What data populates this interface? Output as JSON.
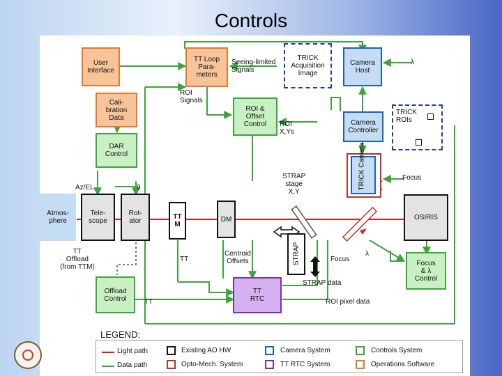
{
  "title": "Controls",
  "colors": {
    "light_path": "#e31b1b",
    "data_path": "#3aa53a",
    "existing_ao": "#111111",
    "opto_mech": "#b5332b",
    "tt_rtc": "#7a2fb4",
    "camera_system": "#1b5fbf",
    "controls_system": "#3aa53a",
    "operations_software": "#e07a2e"
  },
  "boxes": {
    "user_interface": "User\nInterface",
    "calibration_data": "Cali-\nbration\nData",
    "dar_control": "DAR\nControl",
    "tt_loop_parameters": "TT Loop\nPara-\nmeters",
    "roi_offset_control": "ROI &\nOffset\nControl",
    "trick_acquisition_image": "TRICK\nAcquisition\nImage",
    "camera_host": "Camera\nHost",
    "camera_controller": "Camera\nController",
    "trick_rois": "TRICK\nROIs",
    "trick_camera": "TRICK\nCamera",
    "atmosphere": "Atmos-\nphere",
    "telescope": "Tele-\nscope",
    "rotator": "Rot-\nator",
    "ttm": "TT\nM",
    "dm": "DM",
    "osiris": "OSIRIS",
    "strap": "STRAP",
    "focus_lambda_control": "Focus\n& λ\nControl",
    "offload_control": "Offload\nControl",
    "tt_rtc": "TT\nRTC"
  },
  "labels": {
    "seeing_limited": "Seeing-limited\nSignals",
    "roi_signals": "ROI\nSignals",
    "roi_xys": "ROI\nX,Ys",
    "lambda_top": "λ",
    "strap_stage": "STRAP\nstage\nX,Y",
    "focus_right": "Focus",
    "az_el": "Az/EL",
    "theta": "θ",
    "tt_offload": "TT\nOffload\n(from TTM)",
    "tt_mid": "TT",
    "centroid_offsets": "Centroid\nOffsets",
    "focus_mid": "Focus",
    "lambda_mid": "λ",
    "strap_data": "STRAP data",
    "roi_pixel_data": "ROI pixel data",
    "tt_bottom": "TT"
  },
  "legend": {
    "title": "LEGEND:",
    "items": [
      "Light path",
      "Data path",
      "Existing AO HW",
      "Opto-Mech. System",
      "Camera System",
      "TT RTC System",
      "Controls System",
      "Operations Software"
    ]
  }
}
